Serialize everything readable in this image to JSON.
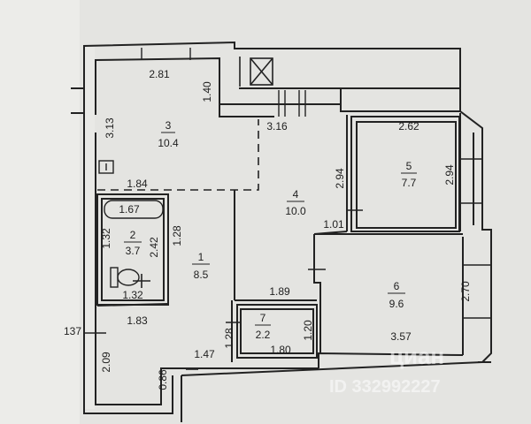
{
  "rooms": [
    {
      "id": "3",
      "area": "10.4"
    },
    {
      "id": "4",
      "area": "10.0"
    },
    {
      "id": "5",
      "area": "7.7"
    },
    {
      "id": "2",
      "area": "3.7"
    },
    {
      "id": "1",
      "area": "8.5"
    },
    {
      "id": "6",
      "area": "9.6"
    },
    {
      "id": "7",
      "area": "2.2"
    }
  ],
  "dimensions": [
    "2.81",
    "1.40",
    "3.13",
    "1.84",
    "3.16",
    "2.94",
    "2.62",
    "2.94",
    "1.67",
    "1.32",
    "2.42",
    "1.28",
    "1.32",
    "1.01",
    "1.89",
    "1.83",
    "2.70",
    "1.28",
    "1.20",
    "1.47",
    "1.80",
    "3.57",
    "2.09",
    "0.86",
    "137"
  ],
  "watermark": {
    "brand": "циан",
    "id_text": "ID 332992227"
  },
  "colors": {
    "paper": "#e4e4e1",
    "wall": "#222222",
    "ink": "#1e1e1e"
  }
}
